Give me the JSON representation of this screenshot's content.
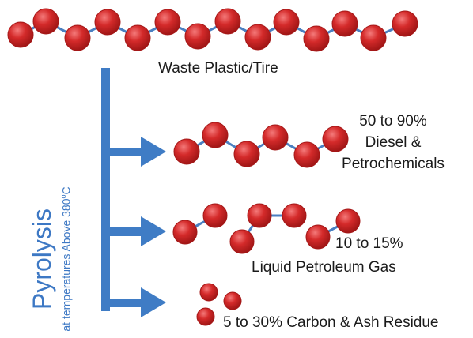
{
  "labels": {
    "feedstock": "Waste Plastic/Tire",
    "diesel_pct": "50 to 90%",
    "diesel_line2": "Diesel &",
    "diesel_line3": "Petrochemicals",
    "lpg_pct": "10 to 15%",
    "lpg_name": "Liquid Petroleum Gas",
    "carbon": "5 to 30% Carbon & Ash Residue"
  },
  "process": {
    "title": "Pyrolysis",
    "subtitle_prefix": "at temperatures Above 380",
    "subtitle_degree": "o",
    "subtitle_suffix": "C"
  },
  "colors": {
    "molecule_fill": "#d42a2a",
    "molecule_dark": "#a51818",
    "bond": "#4a7fc1",
    "arrow": "#3f7cc5",
    "process_text": "#3d78c4"
  }
}
